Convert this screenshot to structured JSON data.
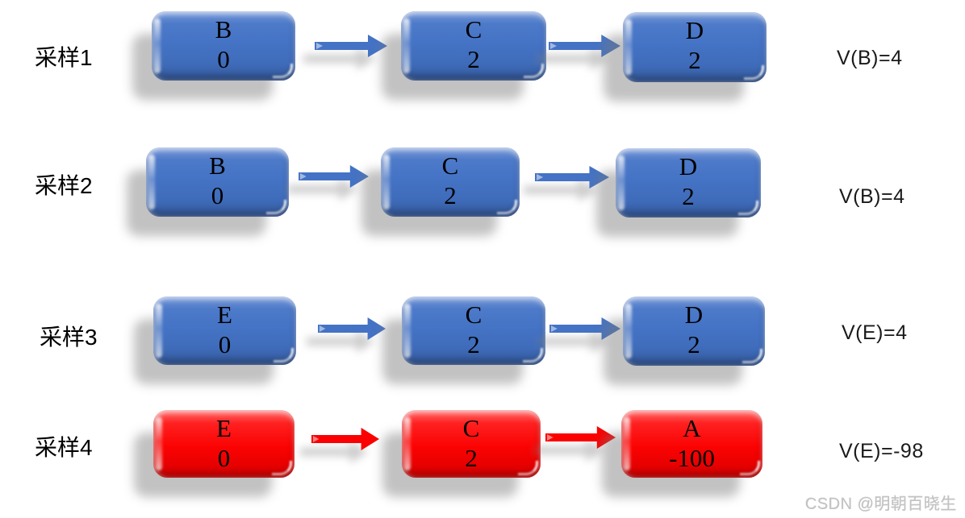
{
  "colors": {
    "node_blue": "#4573C5",
    "node_red": "#FE0000",
    "arrow_blue": "#4473C5",
    "arrow_red": "#FB0000",
    "node_text": "#000000",
    "watermark_gray": "#C2C2C2"
  },
  "rows": [
    {
      "label": "采样1",
      "result": "V(B)=4",
      "color": "blue",
      "nodes": [
        {
          "letter": "B",
          "value": "0"
        },
        {
          "letter": "C",
          "value": "2"
        },
        {
          "letter": "D",
          "value": "2"
        }
      ]
    },
    {
      "label": "采样2",
      "result": "V(B)=4",
      "color": "blue",
      "nodes": [
        {
          "letter": "B",
          "value": "0"
        },
        {
          "letter": "C",
          "value": "2"
        },
        {
          "letter": "D",
          "value": "2"
        }
      ]
    },
    {
      "label": "采样3",
      "result": "V(E)=4",
      "color": "blue",
      "nodes": [
        {
          "letter": "E",
          "value": "0"
        },
        {
          "letter": "C",
          "value": "2"
        },
        {
          "letter": "D",
          "value": "2"
        }
      ]
    },
    {
      "label": "采样4",
      "result": "V(E)=-98",
      "color": "red",
      "nodes": [
        {
          "letter": "E",
          "value": "0"
        },
        {
          "letter": "C",
          "value": "2"
        },
        {
          "letter": "A",
          "value": "-100"
        }
      ]
    }
  ],
  "watermark": "CSDN @明朝百晓生"
}
